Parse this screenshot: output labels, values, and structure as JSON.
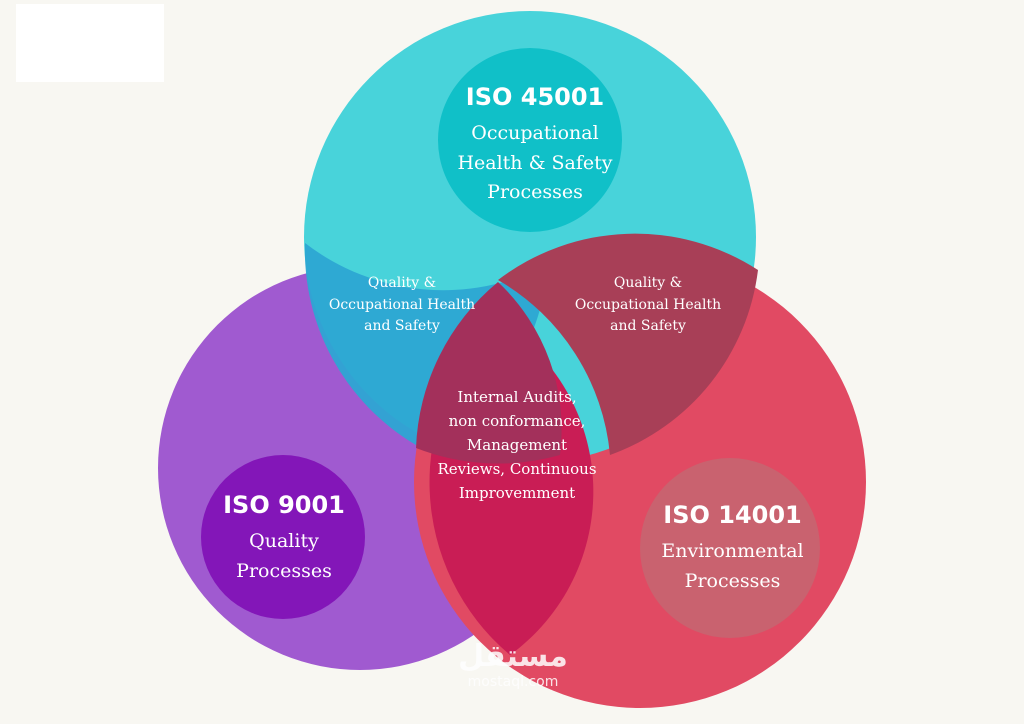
{
  "colors": {
    "background": "#f8f7f2",
    "teal": "#48d3da",
    "teal_dark": "#10c0c8",
    "purple": "#a05ad0",
    "purple_dark": "#8316b8",
    "red": "#e14a63",
    "red_dark": "#c9626f"
  },
  "top_circle": {
    "title": "ISO 45001",
    "line1": "Occupational",
    "line2": "Health & Safety",
    "line3": "Processes"
  },
  "left_circle": {
    "title": "ISO 9001",
    "line1": "Quality",
    "line2": "Processes"
  },
  "right_circle": {
    "title": "ISO 14001",
    "line1": "Environmental",
    "line2": "Processes"
  },
  "overlap_left": {
    "line1": "Quality &",
    "line2": "Occupational Health",
    "line3": "and Safety"
  },
  "overlap_right": {
    "line1": "Quality &",
    "line2": "Occupational Health",
    "line3": "and Safety"
  },
  "center": {
    "line1": "Internal Audits,",
    "line2": "non conformance,",
    "line3": "Management",
    "line4": "Reviews, Continuous",
    "line5": "Improvemment"
  },
  "watermark": {
    "arabic": "مستقل",
    "latin": "mostaql.com"
  }
}
